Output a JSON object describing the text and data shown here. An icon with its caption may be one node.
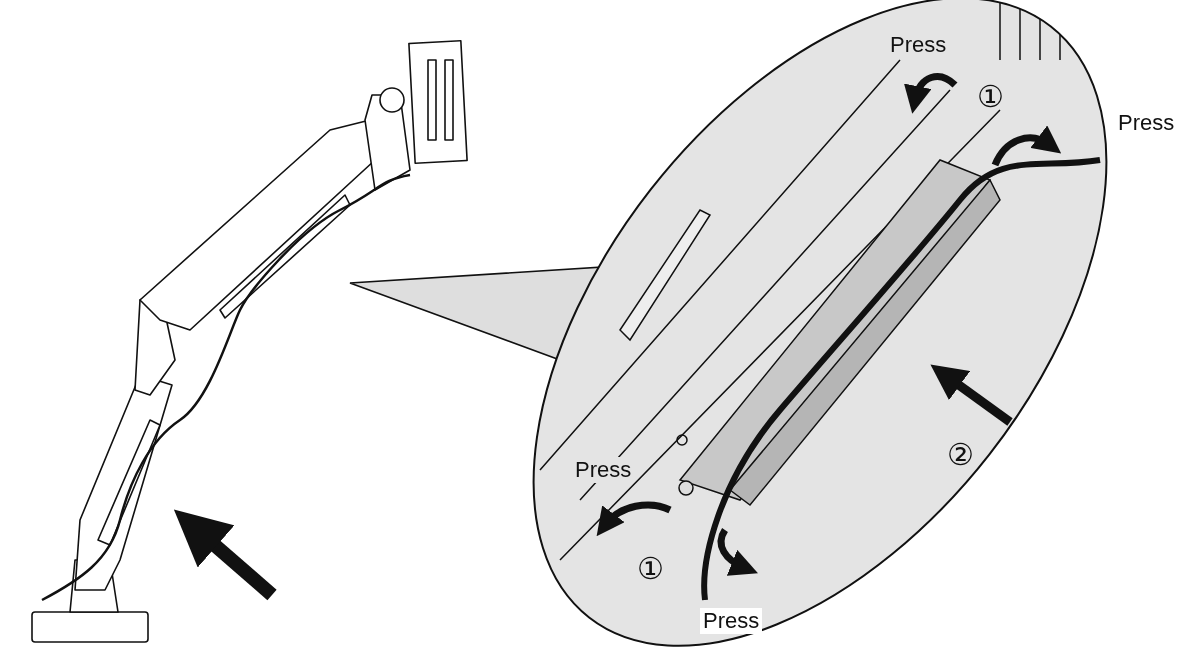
{
  "diagram": {
    "labels": [
      "Press",
      "①",
      "Press",
      "②",
      "Press",
      "①",
      "Press"
    ]
  }
}
